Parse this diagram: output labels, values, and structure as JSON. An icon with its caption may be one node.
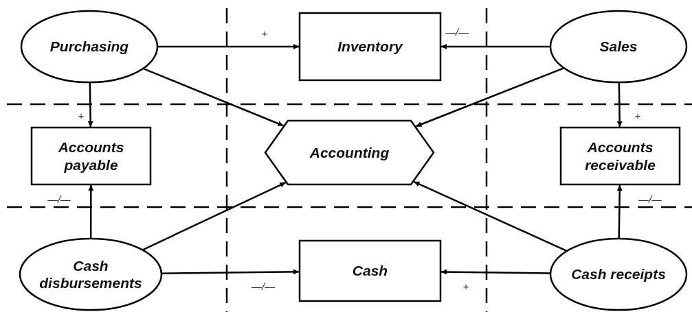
{
  "diagram": {
    "nodes": [
      {
        "text": [
          "Purchasing"
        ]
      },
      {
        "text": [
          "Inventory"
        ]
      },
      {
        "text": [
          "Sales"
        ]
      },
      {
        "text": [
          "Accounts payable"
        ]
      },
      {
        "text": [
          "Accounting"
        ]
      },
      {
        "text": [
          "Accounts receivable"
        ]
      },
      {
        "text": [
          "Cash disbursements"
        ]
      },
      {
        "text": [
          "Cash"
        ]
      },
      {
        "text": [
          "Cash receipts"
        ]
      }
    ],
    "edges": [
      {
        "from": 0,
        "to": 1,
        "arrow": "to",
        "label": "+"
      },
      {
        "from": 2,
        "to": 1,
        "arrow": "to",
        "label": "—/—"
      },
      {
        "from": 0,
        "to": 3,
        "arrow": "to",
        "label": "+"
      },
      {
        "from": 0,
        "to": 4,
        "arrow": "to"
      },
      {
        "from": 2,
        "to": 4,
        "arrow": "to"
      },
      {
        "from": 2,
        "to": 5,
        "arrow": "to",
        "label": "+"
      },
      {
        "from": 6,
        "to": 3,
        "arrow": "to",
        "label": "—/—"
      },
      {
        "from": 6,
        "to": 4,
        "arrow": "to"
      },
      {
        "from": 8,
        "to": 4,
        "arrow": "to"
      },
      {
        "from": 8,
        "to": 5,
        "arrow": "to",
        "label": "—/—"
      },
      {
        "from": 6,
        "to": 7,
        "arrow": "to",
        "label": "—/—"
      },
      {
        "from": 8,
        "to": 7,
        "arrow": "to",
        "label": "+"
      }
    ]
  }
}
